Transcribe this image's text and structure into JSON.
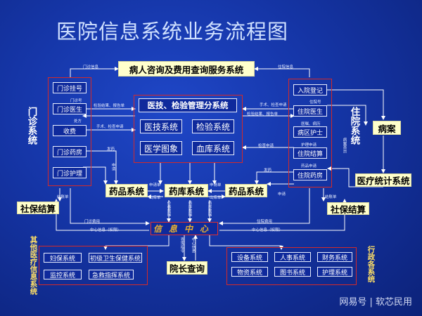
{
  "title": "医院信息系统业务流程图",
  "top_service": "病人咨询及费用查询服务系统",
  "outpatient": {
    "label": "门诊系统",
    "items": [
      "门诊挂号",
      "门诊医生",
      "收费",
      "门诊药房",
      "门诊护理"
    ]
  },
  "inpatient": {
    "label": "住院系统",
    "items": [
      "入院登记",
      "住院医生",
      "病区护士",
      "住院结算",
      "住院药房"
    ]
  },
  "medtech": {
    "title": "医技、检验管理分系统",
    "items": [
      "医技系统",
      "检验系统",
      "医学图象",
      "血库系统"
    ]
  },
  "drug_left": "药品系统",
  "drug_store": "药库系统",
  "drug_right": "药品系统",
  "social_left": "社保结算",
  "social_right": "社保结算",
  "medical_record": "病案",
  "medical_stats": "医疗统计系统",
  "info_center": "信息中心",
  "dean_query": "院长查询",
  "other_label": "其他医疗信息系统",
  "other_items": [
    "妇保系统",
    "初级卫生保健系统",
    "监控系统",
    "急救指挥系统"
  ],
  "admin_label": "行政各系统",
  "admin_items": [
    "设备系统",
    "人事系统",
    "财务系统",
    "物资系统",
    "图书系统",
    "护理系统"
  ],
  "annotations": {
    "outpatient_info": "门诊信息",
    "inpatient_info": "住院信息",
    "opd_referral": "门诊号",
    "ipd_referral": "住院号",
    "prescription": "处方",
    "check_report_left": "检验结果、报告单",
    "surgery_request_left": "手术、检查申请",
    "check_report_right": "检验结果、报告单",
    "surgery_request_right": "手术、检查申请",
    "orders": "医嘱、病历",
    "check_request": "检查申请",
    "nursing_orders": "护理申请",
    "drug_request": "药品申请",
    "issue_drug": "发药",
    "apply": "申请",
    "apply_stock": "申请单",
    "out_stock": "出库单",
    "statement": "结账单",
    "center_info_left": "中心信息（权限）",
    "center_info_right": "中心信息（权限）",
    "outpatient_fee": "门诊费用",
    "inpatient_fee": "住院费用",
    "drug_data": "药库数据",
    "price_data": "价格数据",
    "drug_stat": "药房数据",
    "query_cmd": "查询指令",
    "center_info": "中心信息",
    "record_info": "病案首页"
  },
  "watermark": "网易号 | 软芯民用"
}
